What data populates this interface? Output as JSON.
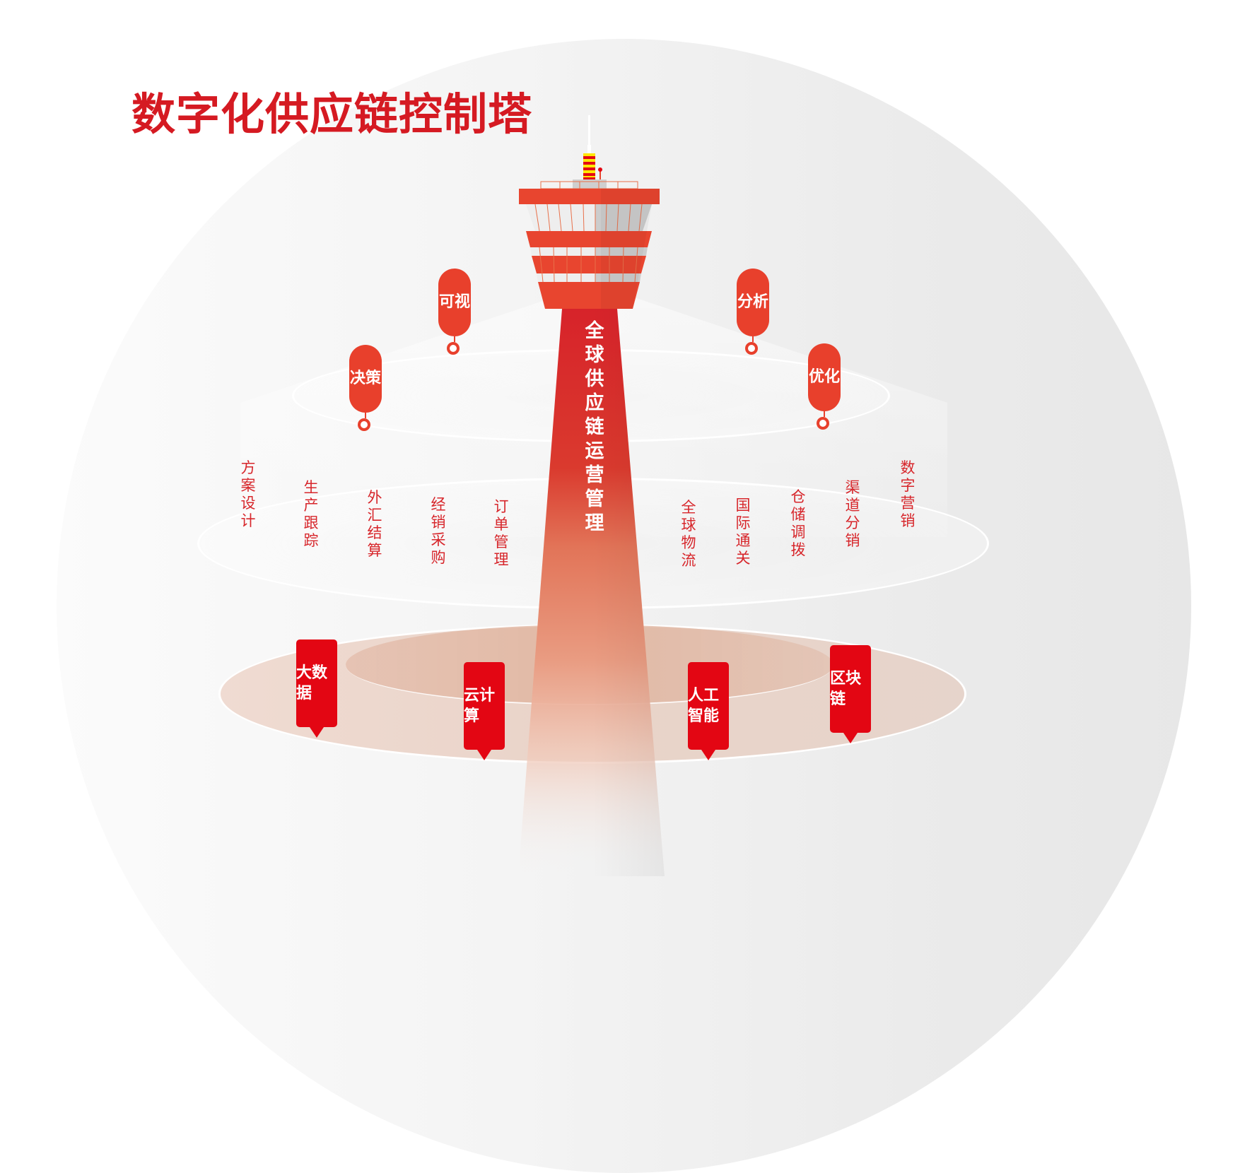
{
  "title": "数字化供应链控制塔",
  "tower": {
    "label": "全球供应链运营管理",
    "colors": {
      "primary": "#e8452f",
      "shaft": "#d7262b",
      "glass": "#eeeeee",
      "beacon_yellow": "#ffe600",
      "beacon_red": "#e30613"
    }
  },
  "top_ring": {
    "pills": [
      {
        "label": "可视"
      },
      {
        "label": "决策"
      },
      {
        "label": "分析"
      },
      {
        "label": "优化"
      }
    ]
  },
  "middle_ring": {
    "left_labels": [
      "方案设计",
      "生产跟踪",
      "外汇结算",
      "经销采购",
      "订单管理"
    ],
    "right_labels": [
      "全球物流",
      "国际通关",
      "仓储调拨",
      "渠道分销",
      "数字营销"
    ]
  },
  "bottom_ring": {
    "tags": [
      {
        "label": "大数据"
      },
      {
        "label": "云计算"
      },
      {
        "label": "人工智能"
      },
      {
        "label": "区块链"
      }
    ]
  },
  "colors": {
    "accent": "#d51a22",
    "tag_red": "#e30613",
    "pill_red": "#e8402c"
  }
}
